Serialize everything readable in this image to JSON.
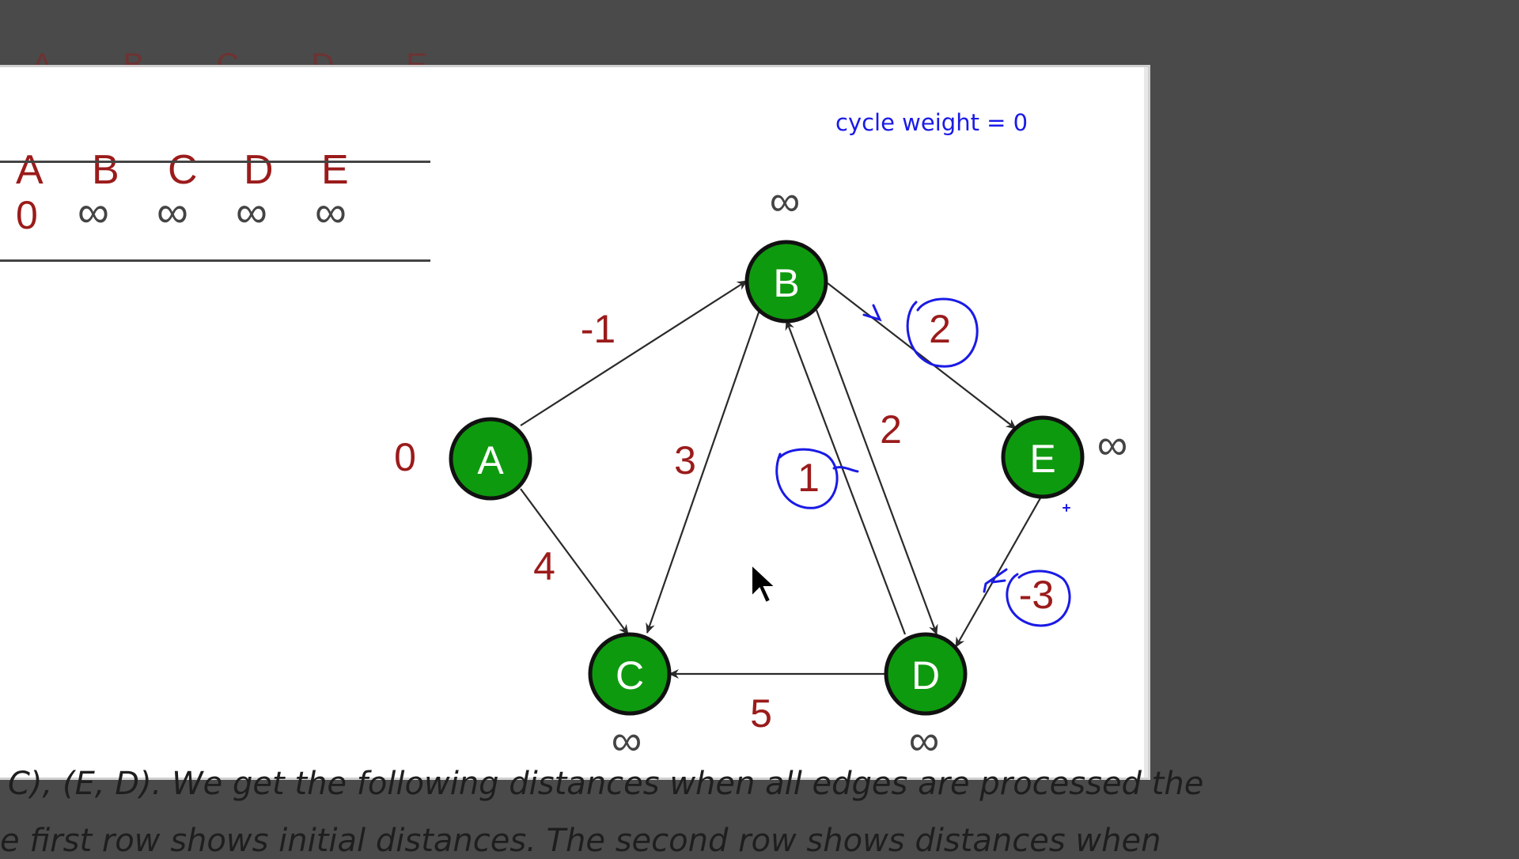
{
  "table": {
    "headers": [
      "A",
      "B",
      "C",
      "D",
      "E"
    ],
    "initial_row": [
      "0",
      "∞",
      "∞",
      "∞",
      "∞"
    ]
  },
  "annotation": {
    "cycle_note": "cycle weight = 0"
  },
  "graph": {
    "nodes": [
      {
        "id": "A",
        "label": "A",
        "distance": "0"
      },
      {
        "id": "B",
        "label": "B",
        "distance": "∞"
      },
      {
        "id": "C",
        "label": "C",
        "distance": "∞"
      },
      {
        "id": "D",
        "label": "D",
        "distance": "∞"
      },
      {
        "id": "E",
        "label": "E",
        "distance": "∞"
      }
    ],
    "edges": [
      {
        "from": "A",
        "to": "B",
        "weight": "-1"
      },
      {
        "from": "A",
        "to": "C",
        "weight": "4"
      },
      {
        "from": "B",
        "to": "C",
        "weight": "3"
      },
      {
        "from": "B",
        "to": "D",
        "weight": "2"
      },
      {
        "from": "D",
        "to": "B",
        "weight": "1"
      },
      {
        "from": "B",
        "to": "E",
        "weight": "2"
      },
      {
        "from": "E",
        "to": "D",
        "weight": "-3"
      },
      {
        "from": "D",
        "to": "C",
        "weight": "5"
      }
    ]
  },
  "background_text": {
    "line1": "C), (E, D). We get the following distances when all edges are processed the",
    "line2": "e first row shows initial distances. The second row shows distances when",
    "ghost_headers": "A B C D E"
  },
  "colors": {
    "node_fill": "#0e9a0e",
    "label_red": "#9b1b1b",
    "ink_blue": "#1a1ae6",
    "backdrop": "#4a4a4a"
  }
}
